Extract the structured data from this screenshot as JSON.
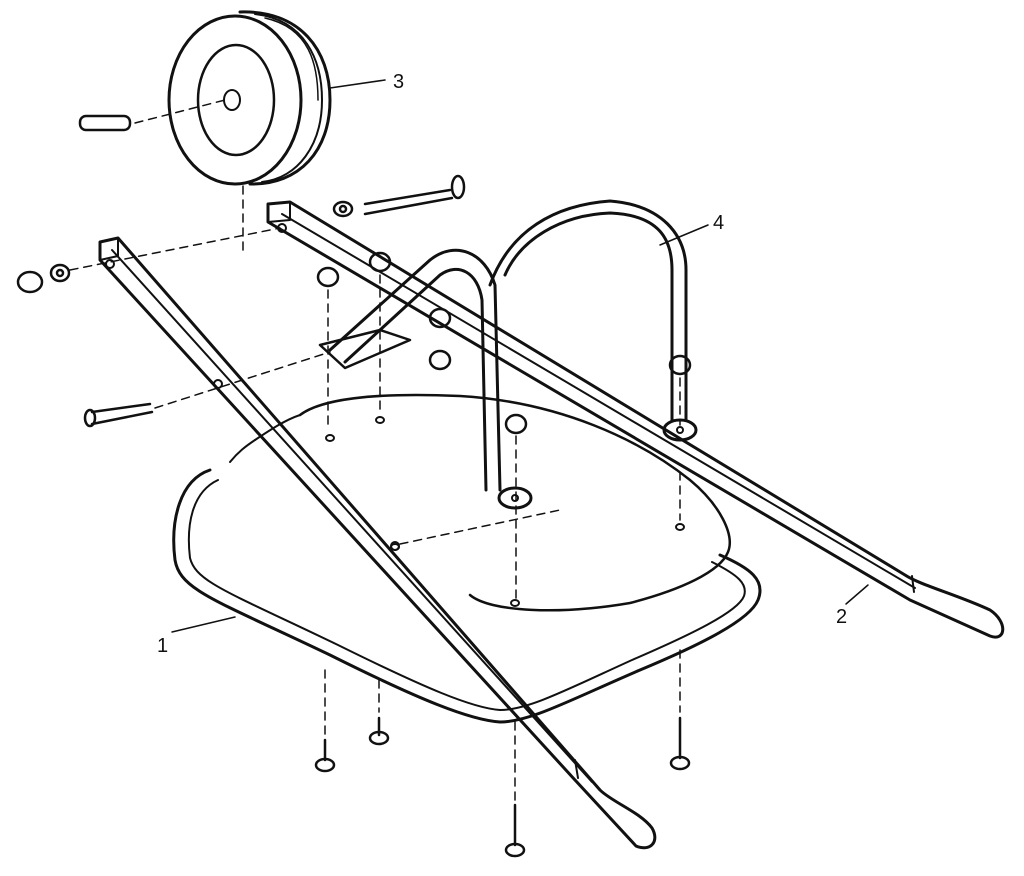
{
  "diagram": {
    "line_color": "#111111",
    "background_color": "#ffffff",
    "callouts": [
      {
        "id": "tray",
        "label": "1"
      },
      {
        "id": "right-handle",
        "label": "2"
      },
      {
        "id": "wheel",
        "label": "3"
      },
      {
        "id": "leg",
        "label": "4"
      }
    ]
  }
}
